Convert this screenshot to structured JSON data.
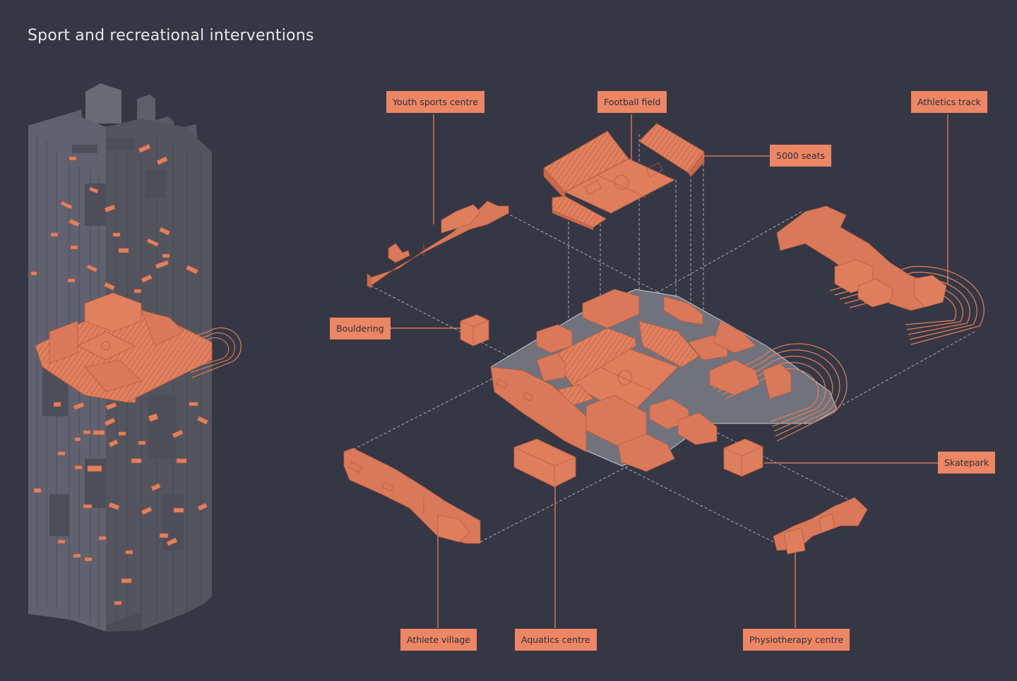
{
  "title": "Sport and recreational interventions",
  "colors": {
    "background": "#363744",
    "accent": "#ec8664",
    "accent_stroke": "#c46245",
    "tower": "#5e5e6a",
    "tower_light": "#6a6a76",
    "tower_dark": "#52525e",
    "leader": "#ec8664",
    "dashed_guide": "#b9b9c2"
  },
  "labels": {
    "youth_sports_centre": "Youth sports centre",
    "football_field": "Football field",
    "athletics_track": "Athletics track",
    "seats": "5000 seats",
    "bouldering": "Bouldering",
    "skatepark": "Skatepark",
    "athlete_village": "Athlete village",
    "aquatics_centre": "Aquatics centre",
    "physiotherapy_centre": "Physiotherapy centre"
  }
}
